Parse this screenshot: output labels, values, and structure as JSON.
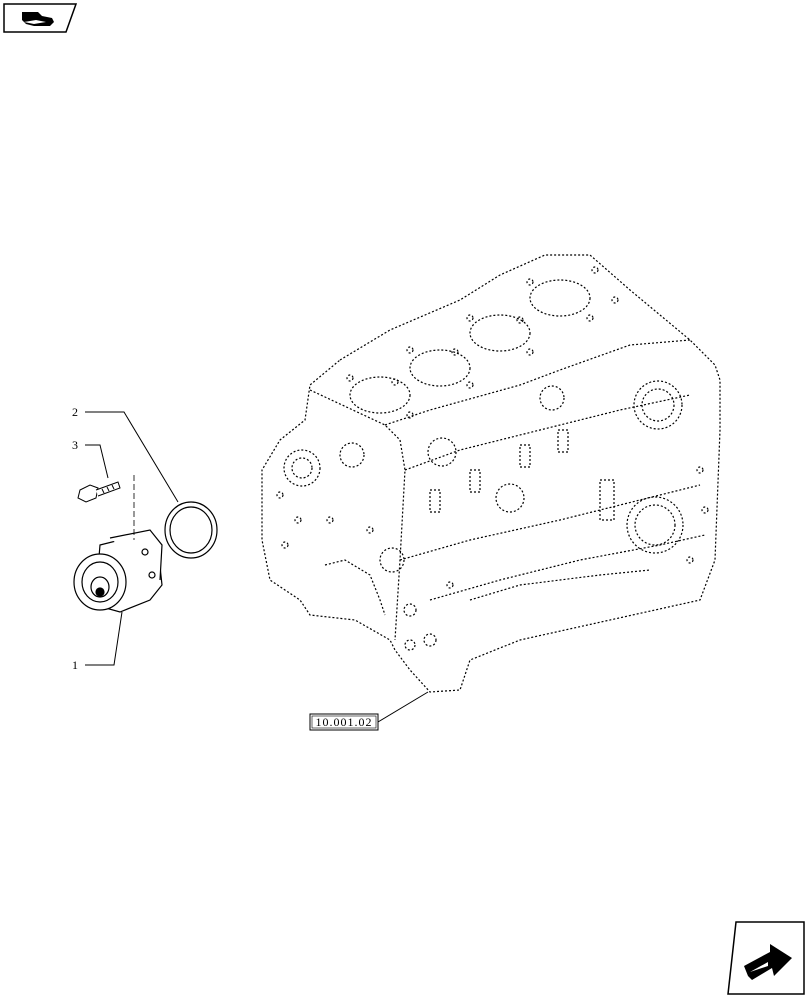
{
  "callouts": {
    "item_1": "1",
    "item_2": "2",
    "item_3": "3"
  },
  "reference_label": "10.001.02",
  "icons": {
    "top_left": "book-page-icon",
    "bottom_right": "next-page-arrow-icon"
  },
  "colors": {
    "line": "#000000",
    "background": "#ffffff"
  }
}
